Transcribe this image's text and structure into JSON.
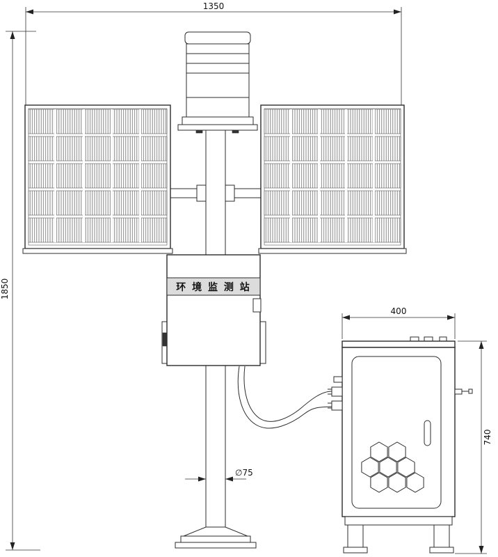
{
  "drawing": {
    "type": "engineering-drawing",
    "station_label": "环 境 监 测 站",
    "dims": {
      "overall_width": "1350",
      "overall_height": "1850",
      "cabinet_width": "400",
      "cabinet_height": "740",
      "pole_diameter": "∅75"
    }
  }
}
